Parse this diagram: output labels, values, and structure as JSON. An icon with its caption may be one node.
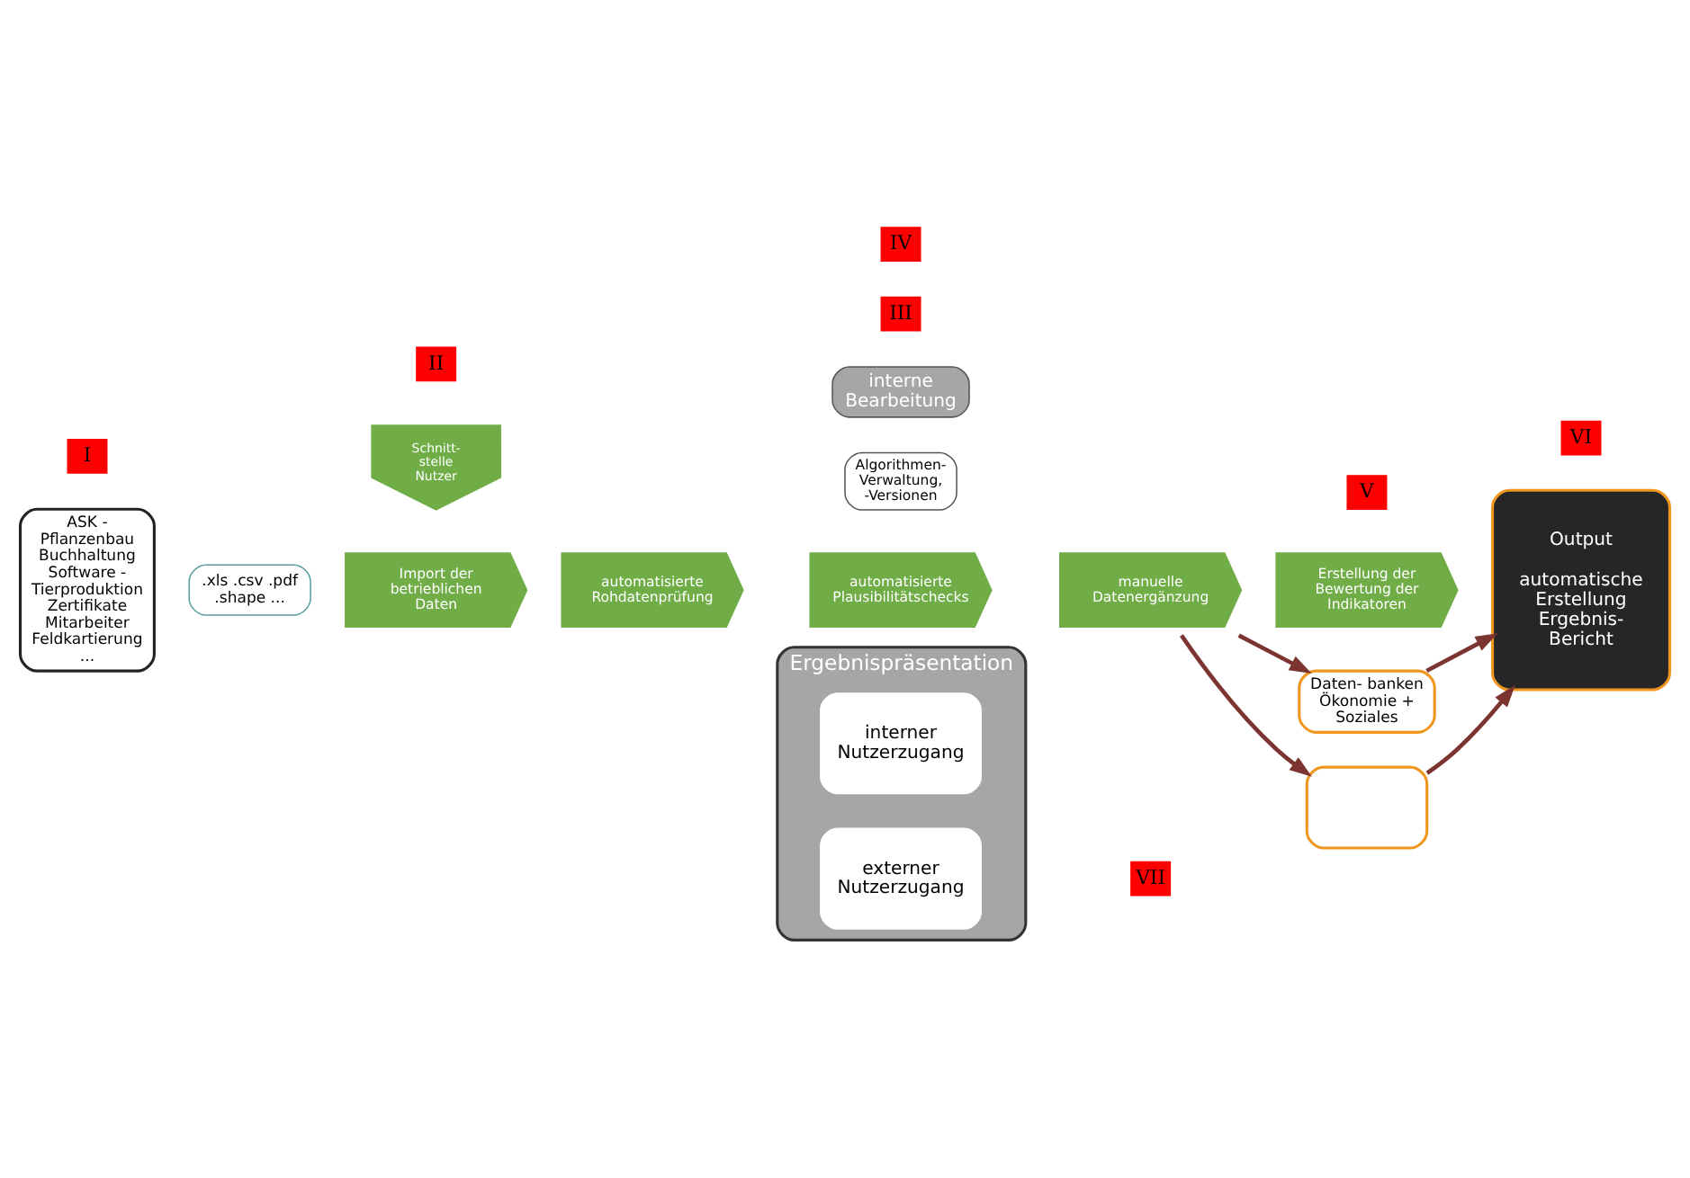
{
  "diagram": {
    "nodes": [
      {
        "text": [
          "ASK - Pflanzenbau Buchhaltung Software - Tierproduktion Zertifikate Mitarbeiter Feldkartierung ..."
        ]
      },
      {
        "text": [
          ".xls .csv .pdf .shape ..."
        ]
      },
      {
        "text": [
          "Schnitt- stelle Nutzer"
        ]
      },
      {
        "text": [
          "Import der betrieblichen Daten"
        ]
      },
      {
        "text": [
          "automatisierte Rohdatenprüfung"
        ]
      },
      {
        "text": [
          "automatisierte Plausibilitätschecks"
        ]
      },
      {
        "text": [
          "manuelle Datenergänzung"
        ]
      },
      {
        "text": [
          "Erstellung der Bewertung der Indikatoren"
        ]
      },
      {
        "text": [
          "Daten- banken Ökonomie + Soziales"
        ]
      },
      {
        "text": [
          "Output",
          "automatische Erstellung Ergebnis- Bericht"
        ]
      },
      {
        "text": [
          "interne Bearbeitung"
        ]
      },
      {
        "text": [
          "Algorithmen- Verwaltung, -Versionen"
        ]
      },
      {
        "text": [],
        "shape": "box"
      },
      {
        "text": [
          "Ergebnispräsentation"
        ]
      },
      {
        "text": [
          "interner Nutzerzugang"
        ],
        "in": 13
      },
      {
        "text": [
          "externer Nutzerzugang"
        ],
        "in": 13
      }
    ],
    "edges": [
      {
        "from": 6,
        "to": 8,
        "arrow": "to"
      },
      {
        "from": 8,
        "to": 9,
        "arrow": "to"
      },
      {
        "from": 6,
        "to": 12,
        "arrow": "to"
      },
      {
        "from": 12,
        "to": 9,
        "arrow": "to"
      }
    ],
    "labels": [
      "VII",
      "I",
      "II",
      "III",
      "VI",
      "IV",
      "V"
    ]
  }
}
